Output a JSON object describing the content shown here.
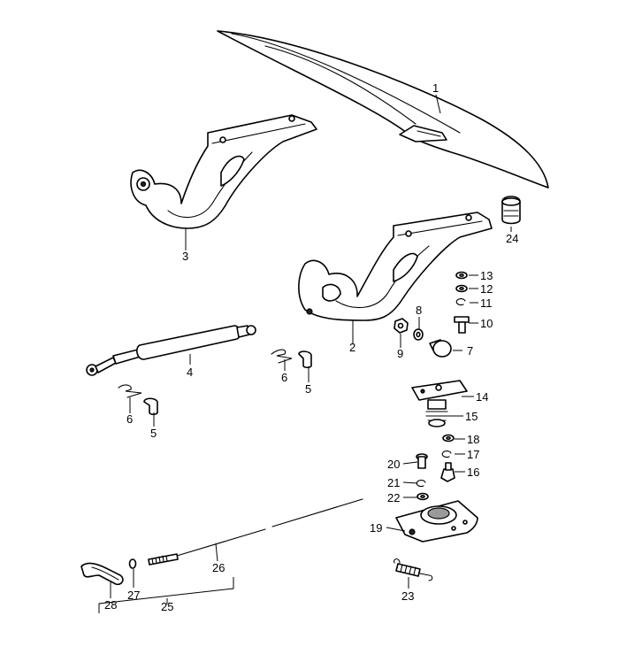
{
  "callouts": [
    {
      "id": "c1",
      "text": "1"
    },
    {
      "id": "c2",
      "text": "2"
    },
    {
      "id": "c3",
      "text": "3"
    },
    {
      "id": "c4",
      "text": "4"
    },
    {
      "id": "c5a",
      "text": "5"
    },
    {
      "id": "c5b",
      "text": "5"
    },
    {
      "id": "c6a",
      "text": "6"
    },
    {
      "id": "c6b",
      "text": "6"
    },
    {
      "id": "c7",
      "text": "7"
    },
    {
      "id": "c8",
      "text": "8"
    },
    {
      "id": "c9",
      "text": "9"
    },
    {
      "id": "c10",
      "text": "10"
    },
    {
      "id": "c11",
      "text": "11"
    },
    {
      "id": "c12",
      "text": "12"
    },
    {
      "id": "c13",
      "text": "13"
    },
    {
      "id": "c14",
      "text": "14"
    },
    {
      "id": "c15",
      "text": "15"
    },
    {
      "id": "c16",
      "text": "16"
    },
    {
      "id": "c17",
      "text": "17"
    },
    {
      "id": "c18",
      "text": "18"
    },
    {
      "id": "c19",
      "text": "19"
    },
    {
      "id": "c20",
      "text": "20"
    },
    {
      "id": "c21",
      "text": "21"
    },
    {
      "id": "c22",
      "text": "22"
    },
    {
      "id": "c23",
      "text": "23"
    },
    {
      "id": "c24",
      "text": "24"
    },
    {
      "id": "c25",
      "text": "25"
    },
    {
      "id": "c26",
      "text": "26"
    },
    {
      "id": "c27",
      "text": "27"
    },
    {
      "id": "c28",
      "text": "28"
    }
  ]
}
